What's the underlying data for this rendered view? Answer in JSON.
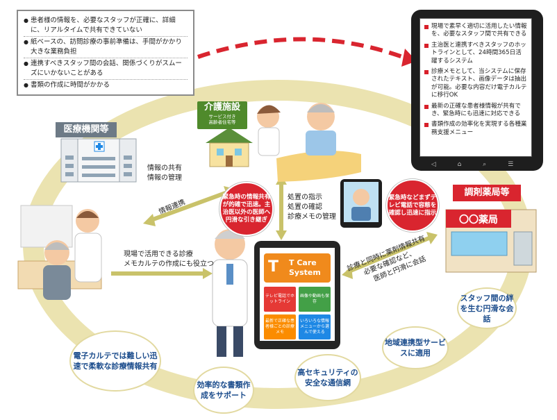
{
  "problems": [
    "患者様の情報を、必要なスタッフが正確に、詳細に、リアルタイムで共有できていない",
    "紙ベースの、訪問診療の事前準備は、手間がかかり大きな業務負担",
    "連携すべきスタッフ間の会話、関係づくりがスムーズにいかないことがある",
    "書類の作成に時間がかかる"
  ],
  "benefits": [
    "現場で素早く適切に活用したい情報を、必要なスタッフ間で共有できる",
    "主治医と連携すべきスタッフのホットラインとして、24時間365日活躍するシステム",
    "診療メモとして、当システムに保存されたテキスト、画像データは抽出が可能。必要な内容だけ電子カルテに移行OK",
    "最新の正確な患者様情報が共有でき、緊急時にも迅速に対応できる",
    "書類作成の効率化を実現する各種業務支援メニュー"
  ],
  "facilities": {
    "medical": "医療機関等",
    "care": "介護施設",
    "care_sub1": "サービス付き",
    "care_sub2": "高齢者住宅等",
    "pharmacy": "調剤薬局等",
    "pharmacy_sign": "〇〇薬局"
  },
  "flows": {
    "info_share": "情報の共有",
    "info_manage": "情報の管理",
    "info_link": "情報連携",
    "field_use1": "現場で活用できる診療",
    "field_use2": "メモカルテの作成にも役立つ",
    "instr1": "処置の指示",
    "instr2": "処置の確認",
    "instr3": "診療メモの管理",
    "pharm1": "診療と同時に薬剤情報共有",
    "pharm2": "必要な確認など、",
    "pharm3": "医師と円滑に会話"
  },
  "red_bubbles": {
    "left": "緊急時の情報共有が的確で迅速。主治医以外の医師へ円滑な引き継ぎ",
    "right": "緊急時などまずテレビ電話で容態を確認し迅速に指示"
  },
  "app": {
    "logo1": "T Care",
    "logo2": "System",
    "tiles": [
      {
        "text": "テレビ電話でホットライン",
        "color": "#e53935"
      },
      {
        "text": "画像や動画も保存",
        "color": "#43a047"
      },
      {
        "text": "最新で正確な患者様ごとの診療メモ",
        "color": "#fb8c00"
      },
      {
        "text": "いろいろな情報メニューから選んで使える",
        "color": "#1e88e5"
      }
    ]
  },
  "cycle": [
    "電子カルテでは難しい迅速で柔軟な診療情報共有",
    "効率的な書類作成をサポート",
    "高セキュリティの安全な通信網",
    "地域連携型サービスに適用",
    "スタッフ間の絆を生む円滑な会話"
  ],
  "colors": {
    "ring": "#e8dfa6",
    "accent_red": "#d9252f",
    "accent_blue": "#1b4c8c"
  }
}
